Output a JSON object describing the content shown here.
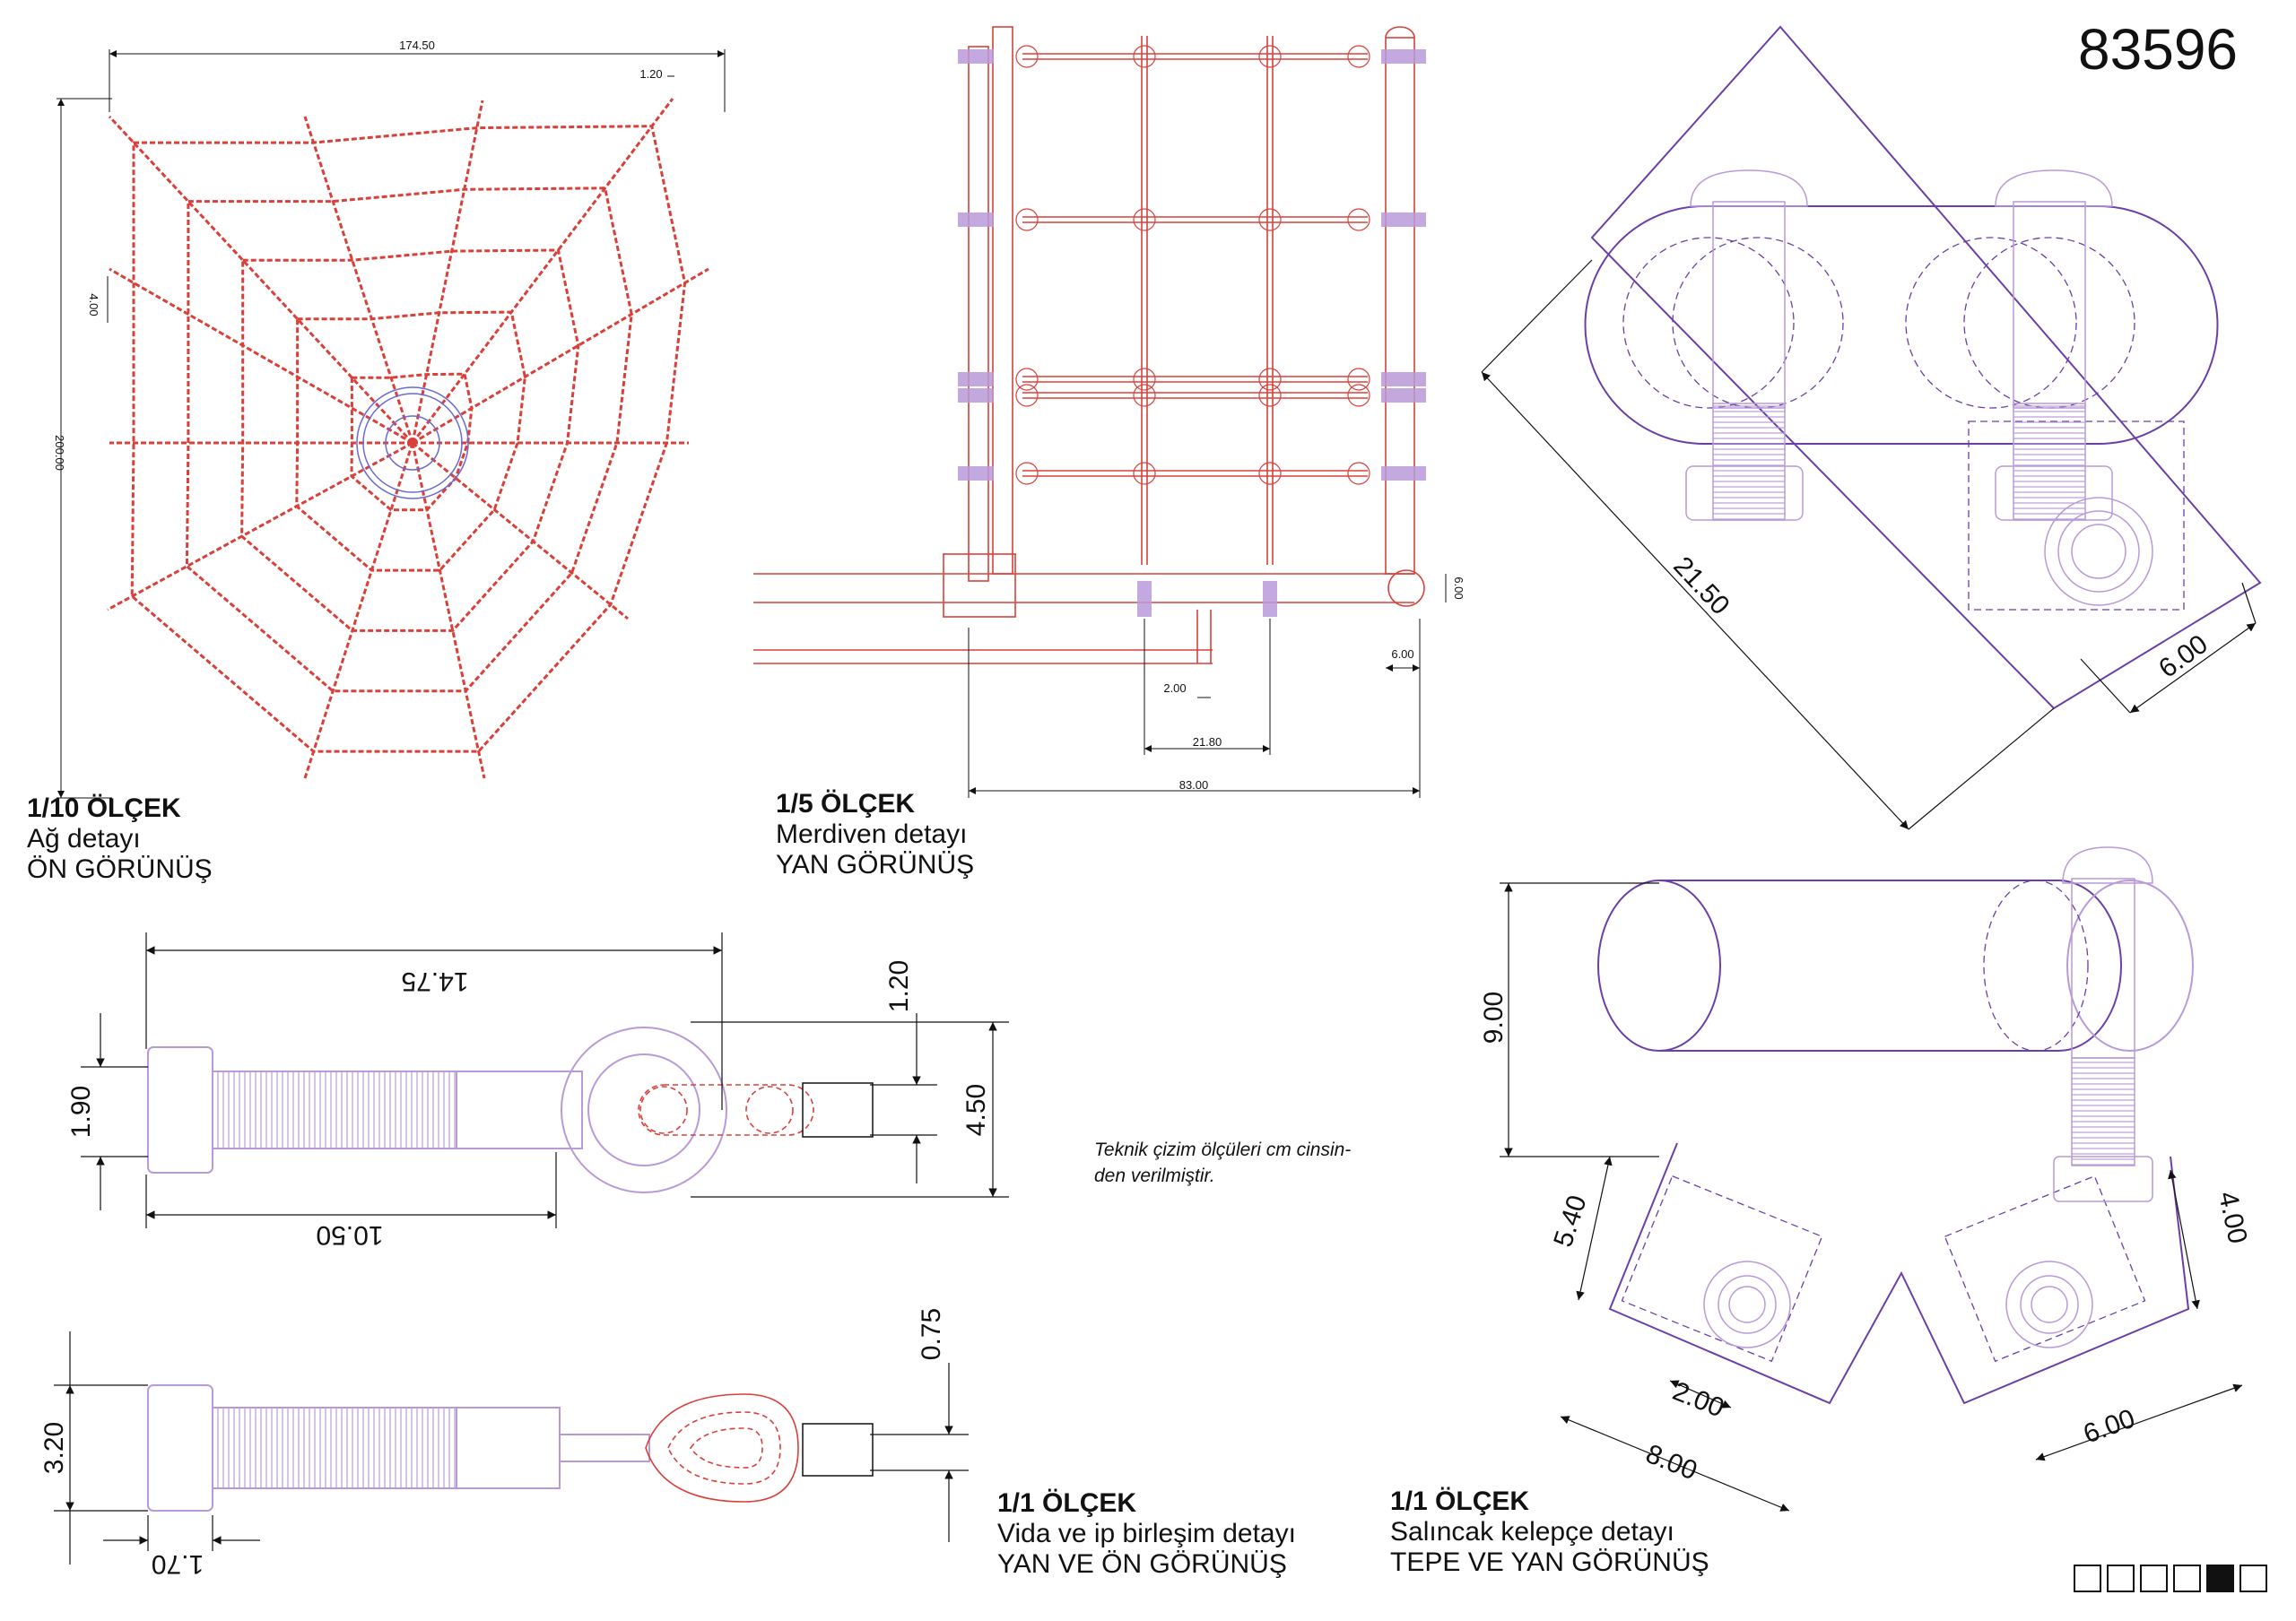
{
  "sheet": {
    "number": "83596"
  },
  "note": {
    "line1": "Teknik çizim ölçüleri cm cinsin-",
    "line2": "den verilmiştir."
  },
  "colors": {
    "rope": "#d9403a",
    "hardware": "#b99ad9",
    "clamp": "#6a3fa8",
    "ink": "#111111"
  },
  "captions": {
    "net": {
      "scale": "1/10 ÖLÇEK",
      "line1": "Ağ detayı",
      "line2": "ÖN GÖRÜNÜŞ"
    },
    "ladder": {
      "scale": "1/5 ÖLÇEK",
      "line1": "Merdiven detayı",
      "line2": "YAN GÖRÜNÜŞ"
    },
    "screw": {
      "scale": "1/1 ÖLÇEK",
      "line1": "Vida ve ip birleşim detayı",
      "line2": "YAN VE ÖN GÖRÜNÜŞ"
    },
    "clamp": {
      "scale": "1/1 ÖLÇEK",
      "line1": "Salıncak kelepçe detayı",
      "line2": "TEPE VE YAN GÖRÜNÜŞ"
    }
  },
  "dims": {
    "net": {
      "width": "174.50",
      "height": "200.00",
      "rope": "1.20",
      "spacing": "4.00"
    },
    "ladder": {
      "total": "83.00",
      "bay": "21.80",
      "gap": "2.00",
      "post": "6.00",
      "post_v": "6.00"
    },
    "screw": {
      "length": "14.75",
      "thread": "10.50",
      "head": "1.90",
      "ring": "4.50",
      "ring_wall": "1.20",
      "head_front": "3.20",
      "rope_d": "0.75",
      "nut": "1.70"
    },
    "clamp_top": {
      "diag": "21.50",
      "side": "6.00"
    },
    "clamp_side": {
      "height": "9.00",
      "leg": "5.40",
      "leg_r": "4.00",
      "hole": "2.00",
      "base": "8.00",
      "base_r": "6.00"
    }
  },
  "pager": {
    "total": 6,
    "active": 5
  }
}
